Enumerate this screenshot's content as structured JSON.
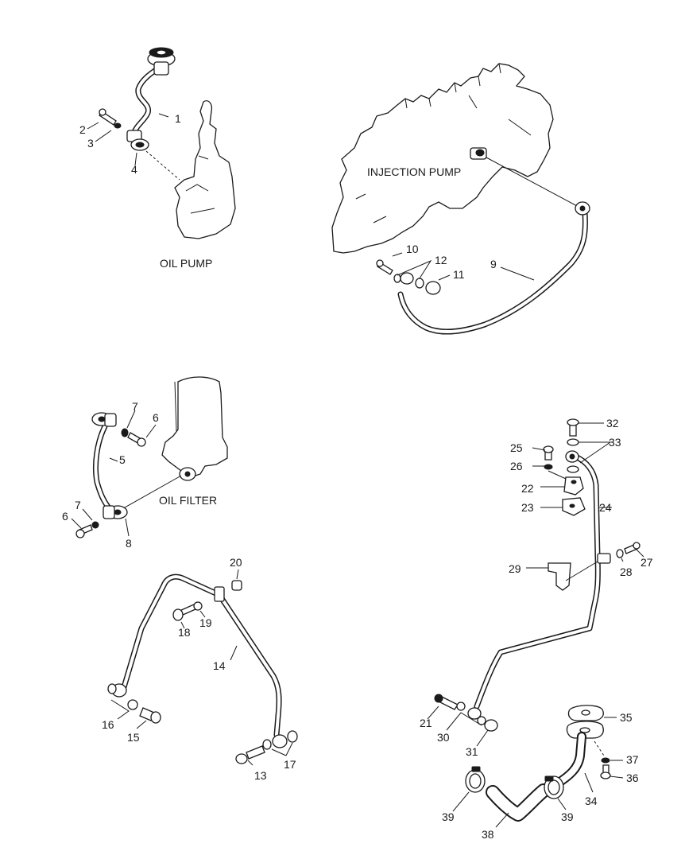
{
  "labels": {
    "oil_pump": "OIL PUMP",
    "injection_pump": "INJECTION PUMP",
    "oil_filter": "OIL FILTER"
  },
  "callouts": {
    "c1": "1",
    "c2": "2",
    "c3": "3",
    "c4": "4",
    "c5": "5",
    "c6a": "6",
    "c6b": "6",
    "c7a": "7",
    "c7b": "7",
    "c8": "8",
    "c9": "9",
    "c10": "10",
    "c11": "11",
    "c12": "12",
    "c13": "13",
    "c14": "14",
    "c15": "15",
    "c16": "16",
    "c17": "17",
    "c18": "18",
    "c19": "19",
    "c20": "20",
    "c21": "21",
    "c22": "22",
    "c23": "23",
    "c24": "24",
    "c25": "25",
    "c26": "26",
    "c27": "27",
    "c28": "28",
    "c29": "29",
    "c30": "30",
    "c31": "31",
    "c32": "32",
    "c33": "33",
    "c34": "34",
    "c35": "35",
    "c36": "36",
    "c37": "37",
    "c38": "38",
    "c39a": "39",
    "c39b": "39"
  }
}
